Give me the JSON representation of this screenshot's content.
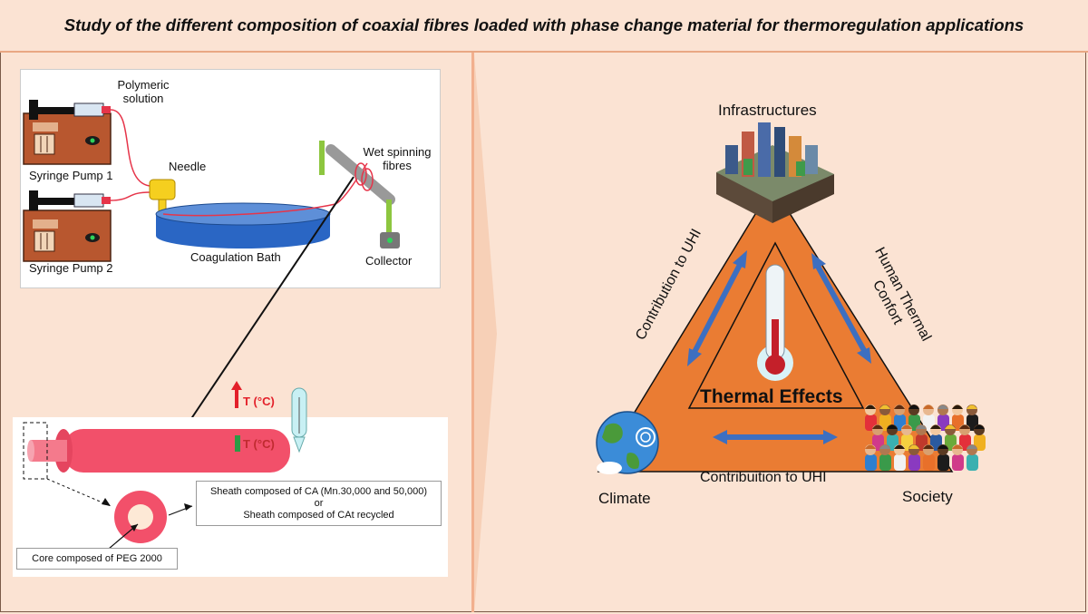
{
  "title": "Study of the different composition of coaxial fibres loaded with phase change material for thermoregulation applications",
  "setup": {
    "polymeric_solution": [
      "Polymeric",
      "solution"
    ],
    "syringe_pump_1": "Syringe Pump 1",
    "syringe_pump_2": "Syringe Pump 2",
    "needle": "Needle",
    "coagulation_bath": "Coagulation Bath",
    "wet_spinning": [
      "Wet spinning",
      "fibres"
    ],
    "collector": "Collector"
  },
  "fibre": {
    "temp_up": "T (°C)",
    "temp_down": "T (°C)",
    "sheath_lines": [
      "Sheath composed of CA (Mn.30,000 and 50,000)",
      "or",
      "Sheath composed of CAt recycled"
    ],
    "core": "Core composed of PEG 2000"
  },
  "triangle": {
    "infrastructures": "Infrastructures",
    "climate": "Climate",
    "society": "Society",
    "center": "Thermal Effects",
    "left_edge": "Contribution to UHI",
    "right_edge": [
      "Human Thermal",
      "Confort"
    ],
    "bottom_edge": "Contribuition to UHI"
  },
  "colors": {
    "triangle_fill": "#ea7c33",
    "fibre": "#f2506a",
    "arrow_blue": "#3d6fc0"
  }
}
